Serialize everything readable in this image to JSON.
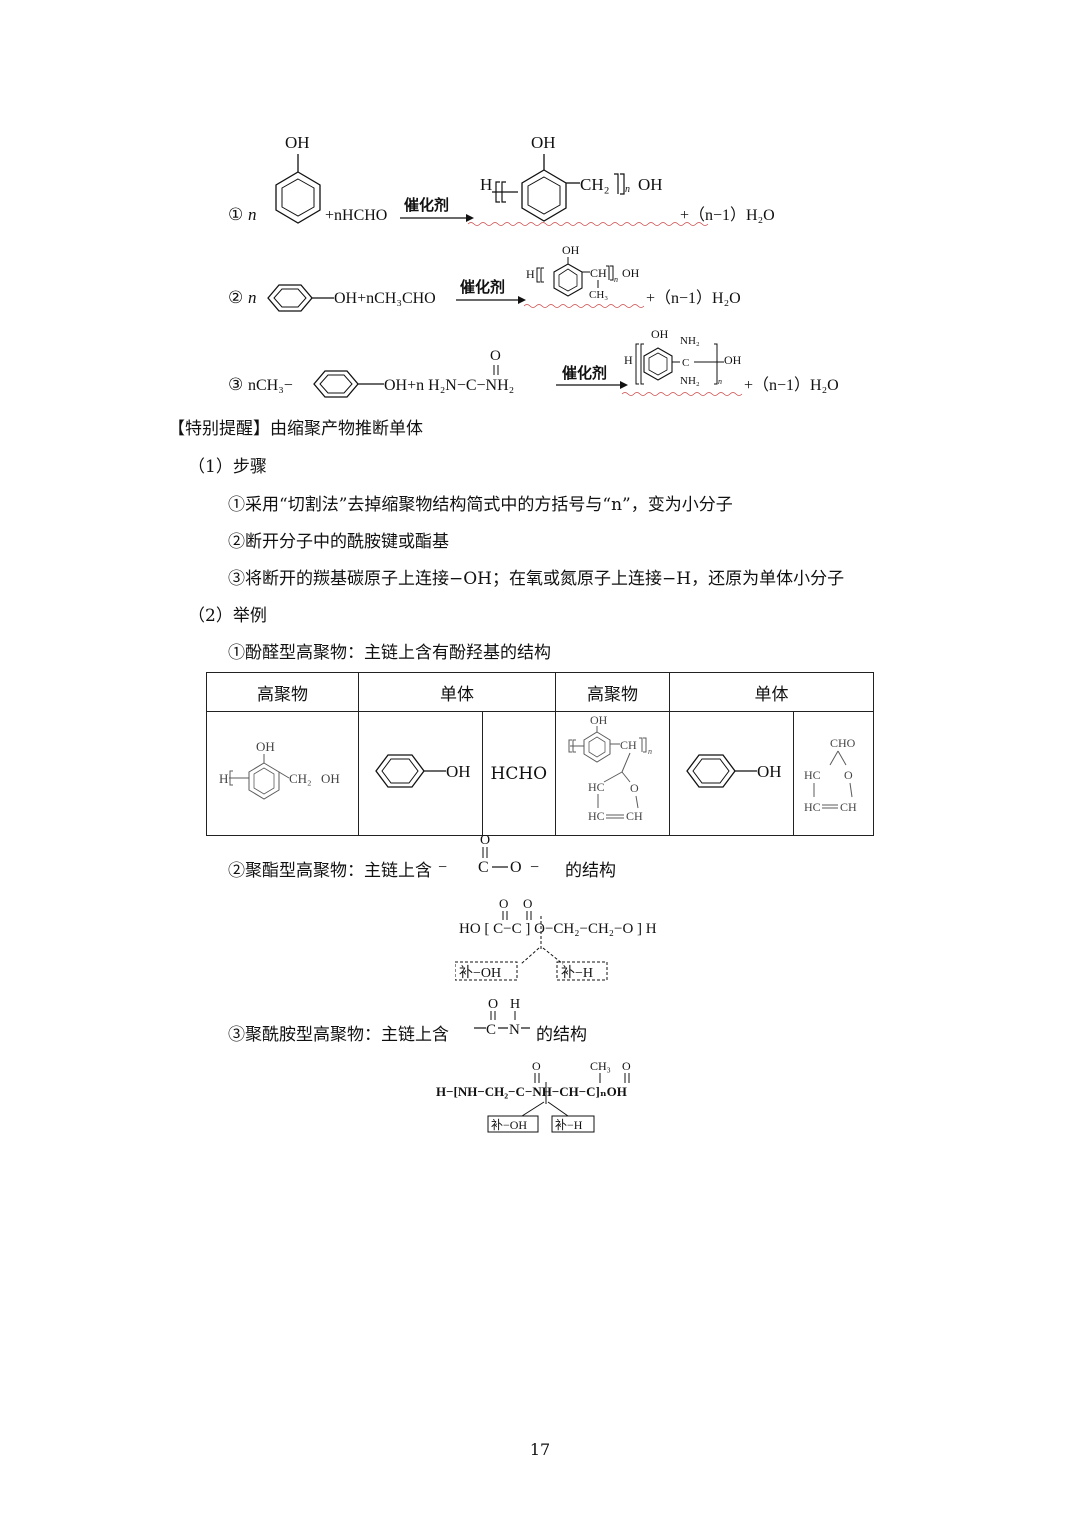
{
  "reactions": [
    {
      "num": "①",
      "coef": "n",
      "reagent": "+nHCHO",
      "catalyst": "催化剂",
      "product_left": "H",
      "product_group": "CH₂",
      "product_end": "OH",
      "byproduct": "+（n−1）H₂O",
      "substituent": "OH"
    },
    {
      "num": "②",
      "coef": "n",
      "reagent": "OH+nCH₃CHO",
      "catalyst": "催化剂",
      "product_left": "H",
      "product_group": "CH",
      "product_sub": "CH₃",
      "product_end": "OH",
      "byproduct": "+（n−1）H₂O",
      "substituent": "OH"
    },
    {
      "num": "③",
      "coef": "nCH₃−",
      "reagent": "OH+n H₂N−C−NH₂",
      "carbonyl_o": "O",
      "catalyst": "催化剂",
      "product_left": "H",
      "product_sub1": "NH₂",
      "product_sub2": "NH₂",
      "product_c": "C",
      "product_end": "OH",
      "byproduct": "+（n−1）H₂O",
      "substituent": "OH"
    }
  ],
  "tip_heading": "【特别提醒】由缩聚产物推断单体",
  "steps_heading": "（1）步骤",
  "steps": [
    "①采用“切割法”去掉缩聚物结构简式中的方括号与“n”，变为小分子",
    "②断开分子中的酰胺键或酯基",
    "③将断开的羰基碳原子上连接−OH；在氧或氮原子上连接−H，还原为单体小分子"
  ],
  "examples_heading": "（2）举例",
  "example1": "①酚醛型高聚物：主链上含有酚羟基的结构",
  "table": {
    "headers": [
      "高聚物",
      "单体",
      "高聚物",
      "单体"
    ],
    "row": {
      "polymer1": {
        "oh": "OH",
        "h": "H",
        "group": "CH₂",
        "end": "OH"
      },
      "monomer1a": "OH",
      "monomer1b": "HCHO",
      "polymer2": {
        "oh": "OH",
        "group": "CH",
        "hc1": "HC",
        "o": "O",
        "hc2": "HC",
        "ch": "CH"
      },
      "monomer2a": "OH",
      "monomer2b": {
        "cho": "CHO",
        "hc1": "HC",
        "o": "O",
        "hc2": "HC",
        "ch": "CH"
      }
    }
  },
  "example2": "②聚酯型高聚物：主链上含",
  "example2_tail": "的结构",
  "ester_fragment": {
    "c": "C",
    "o": "O",
    "dash": "−"
  },
  "ester_formula": "HO [ C−C ] O−CH₂−CH₂−O ] H",
  "ester_labels": {
    "add_oh": "补−OH",
    "add_h": "补−H",
    "o1": "O",
    "o2": "O"
  },
  "example3": "③聚酰胺型高聚物：主链上含",
  "example3_tail": "的结构",
  "amide_fragment": {
    "o": "O",
    "h": "H",
    "c": "C",
    "n": "N"
  },
  "amide_formula": "H−[NH−CH₂−C−NH−CH−C]ₙOH",
  "amide_labels": {
    "add_oh": "补−OH",
    "add_h": "补−H",
    "o1": "O",
    "ch3": "CH₃",
    "o2": "O"
  },
  "page_number": "17"
}
